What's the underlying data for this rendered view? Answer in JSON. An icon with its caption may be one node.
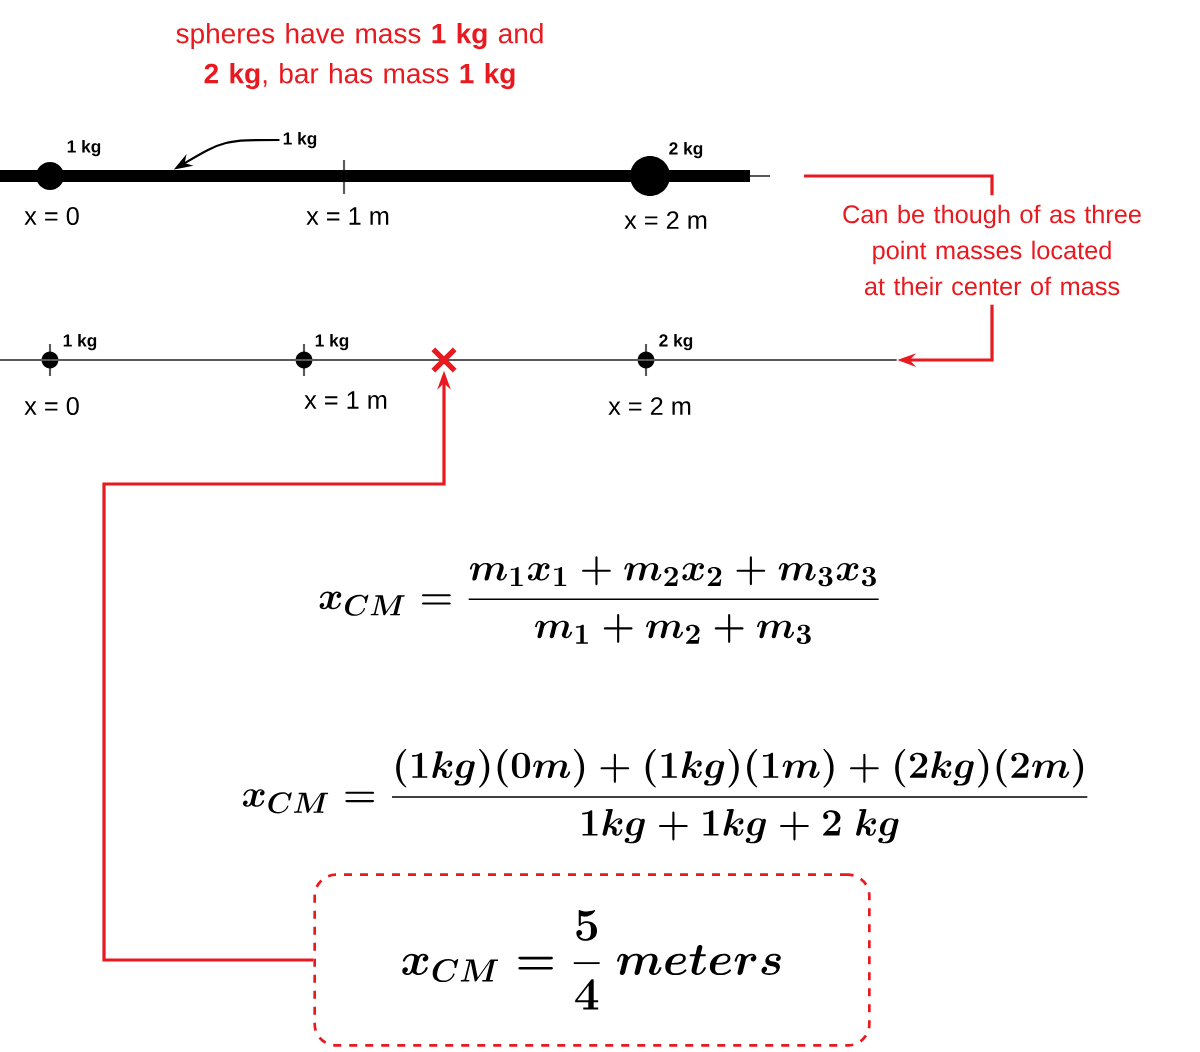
{
  "diagram": {
    "nodes": [
      {
        "text": [
          "1 kg"
        ]
      },
      {
        "text": [],
        "shape": "bar"
      },
      {
        "text": [
          "Can be though of as three point masses located at their center of mass"
        ]
      },
      {
        "text": [],
        "shape": "line"
      },
      {
        "text": [],
        "shape": "cross"
      },
      {
        "text": [
          "x_{CM} = \\frac{5}{4}\\ meters"
        ]
      }
    ],
    "edges": [
      {
        "from": 0,
        "to": 1,
        "arrow": "to",
        "color": "#000000"
      },
      {
        "from": null,
        "to": 2,
        "arrow": "none",
        "color": "#e8191f"
      },
      {
        "from": 2,
        "to": 3,
        "arrow": "to",
        "color": "#e8191f"
      },
      {
        "from": 5,
        "to": 4,
        "arrow": "to",
        "color": "#e8191f"
      }
    ],
    "labels": [
      "spheres have mass **1 kg** and **2 kg**, bar has mass **1 kg**",
      "1 kg",
      "2 kg",
      "x = 0",
      "x = 1 m",
      "x = 2 m",
      "1 kg",
      "1 kg",
      "2 kg",
      "x = 0",
      "x = 1 m",
      "x = 2 m",
      "x_{CM} = \\frac{m_1x_1 + m_2x_2 + m_3x_3}{m_1 + m_2 + m_3}",
      "x_{CM} = \\frac{(1kg)(0m) + (1kg)(1m) + (2kg)(2m)}{1kg + 1kg + 2\\ kg}"
    ]
  }
}
